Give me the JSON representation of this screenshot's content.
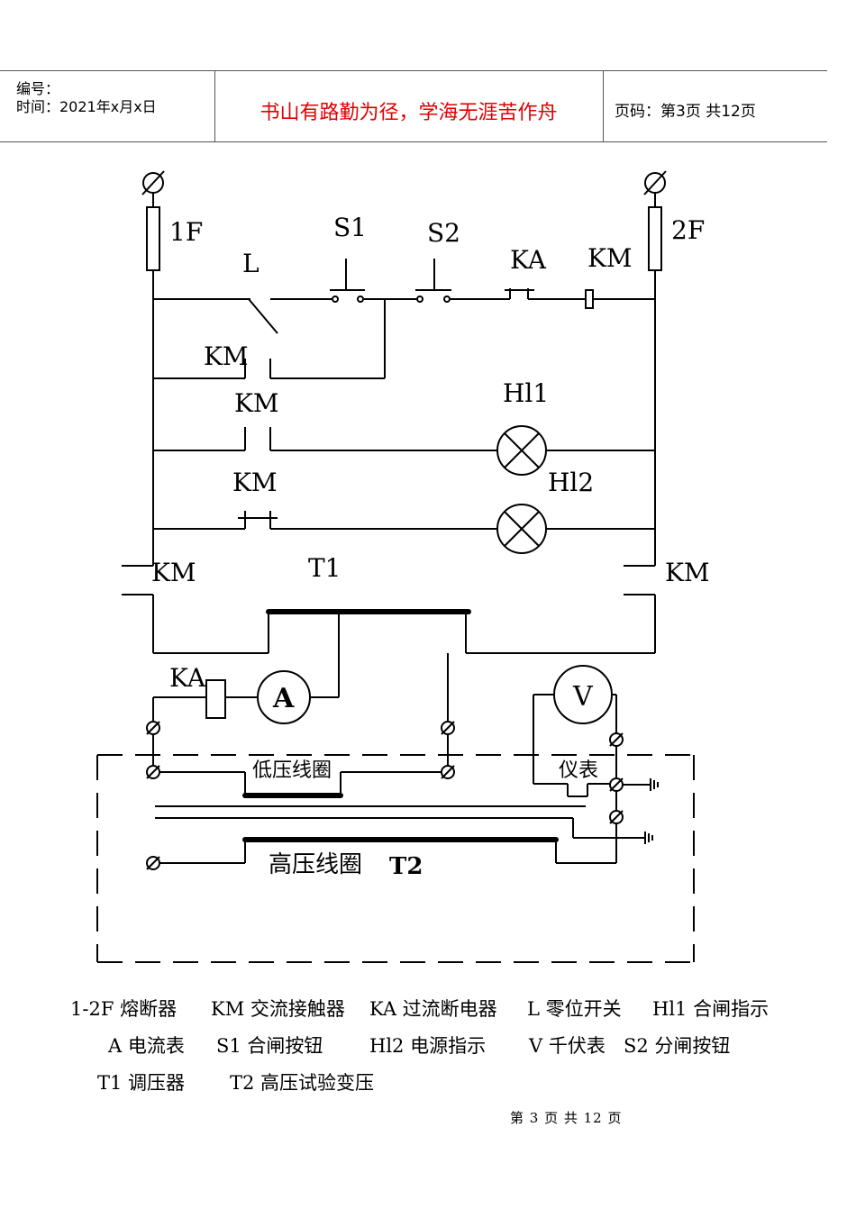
{
  "header": {
    "number_label": "编号：",
    "date_label": "时间：2021年x月x日",
    "motto": "书山有路勤为径，学海无涯苦作舟",
    "page_label": "页码：第3页  共12页",
    "motto_color": "#e00000"
  },
  "diagram": {
    "labels": {
      "fuse1": "1F",
      "fuse2": "2F",
      "s1": "S1",
      "s2": "S2",
      "l": "L",
      "ka_top": "KA",
      "km_top": "KM",
      "km_hold": "KM",
      "km_h11": "KM",
      "km_h12": "KM",
      "h11": "Hl1",
      "h12": "Hl2",
      "km_left": "KM",
      "km_right": "KM",
      "t1": "T1",
      "ka_coil": "KA",
      "ammeter": "A",
      "voltmeter": "V",
      "low_coil": "低压线圈",
      "instrument": "仪表",
      "high_coil": "高压线圈",
      "t2": "T2"
    }
  },
  "legend": {
    "row1": [
      "1-2F 熔断器",
      "KM 交流接触器",
      "KA 过流断电器",
      "L  零位开关",
      "Hl1 合闸指示"
    ],
    "row2": [
      "A 电流表",
      "S1   合闸按钮",
      "Hl2 电源指示",
      "V 千伏表",
      "S2 分闸按钮"
    ],
    "row3": [
      "T1 调压器",
      "T2   高压试验变压"
    ]
  },
  "footer": {
    "page_text": "第 3 页 共 12 页"
  }
}
